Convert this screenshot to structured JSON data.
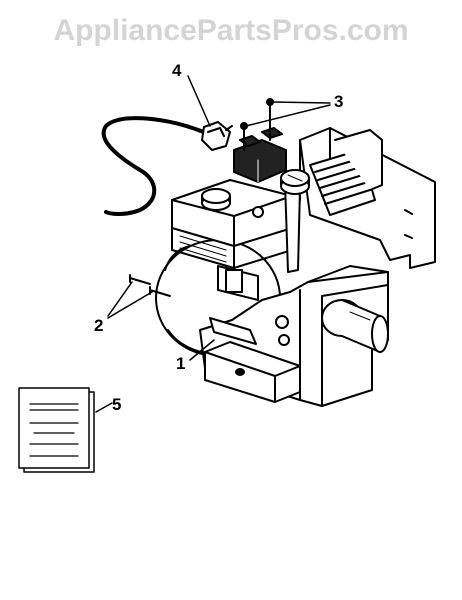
{
  "watermark": {
    "text": "AppliancePartsPros.com",
    "color": "#d4d4d4"
  },
  "diagram": {
    "callouts": [
      {
        "label": "1",
        "part": "engine"
      },
      {
        "label": "2",
        "part": "screws"
      },
      {
        "label": "3",
        "part": "screws"
      },
      {
        "label": "4",
        "part": "ignition-switch-and-wire"
      },
      {
        "label": "5",
        "part": "manual"
      }
    ]
  }
}
